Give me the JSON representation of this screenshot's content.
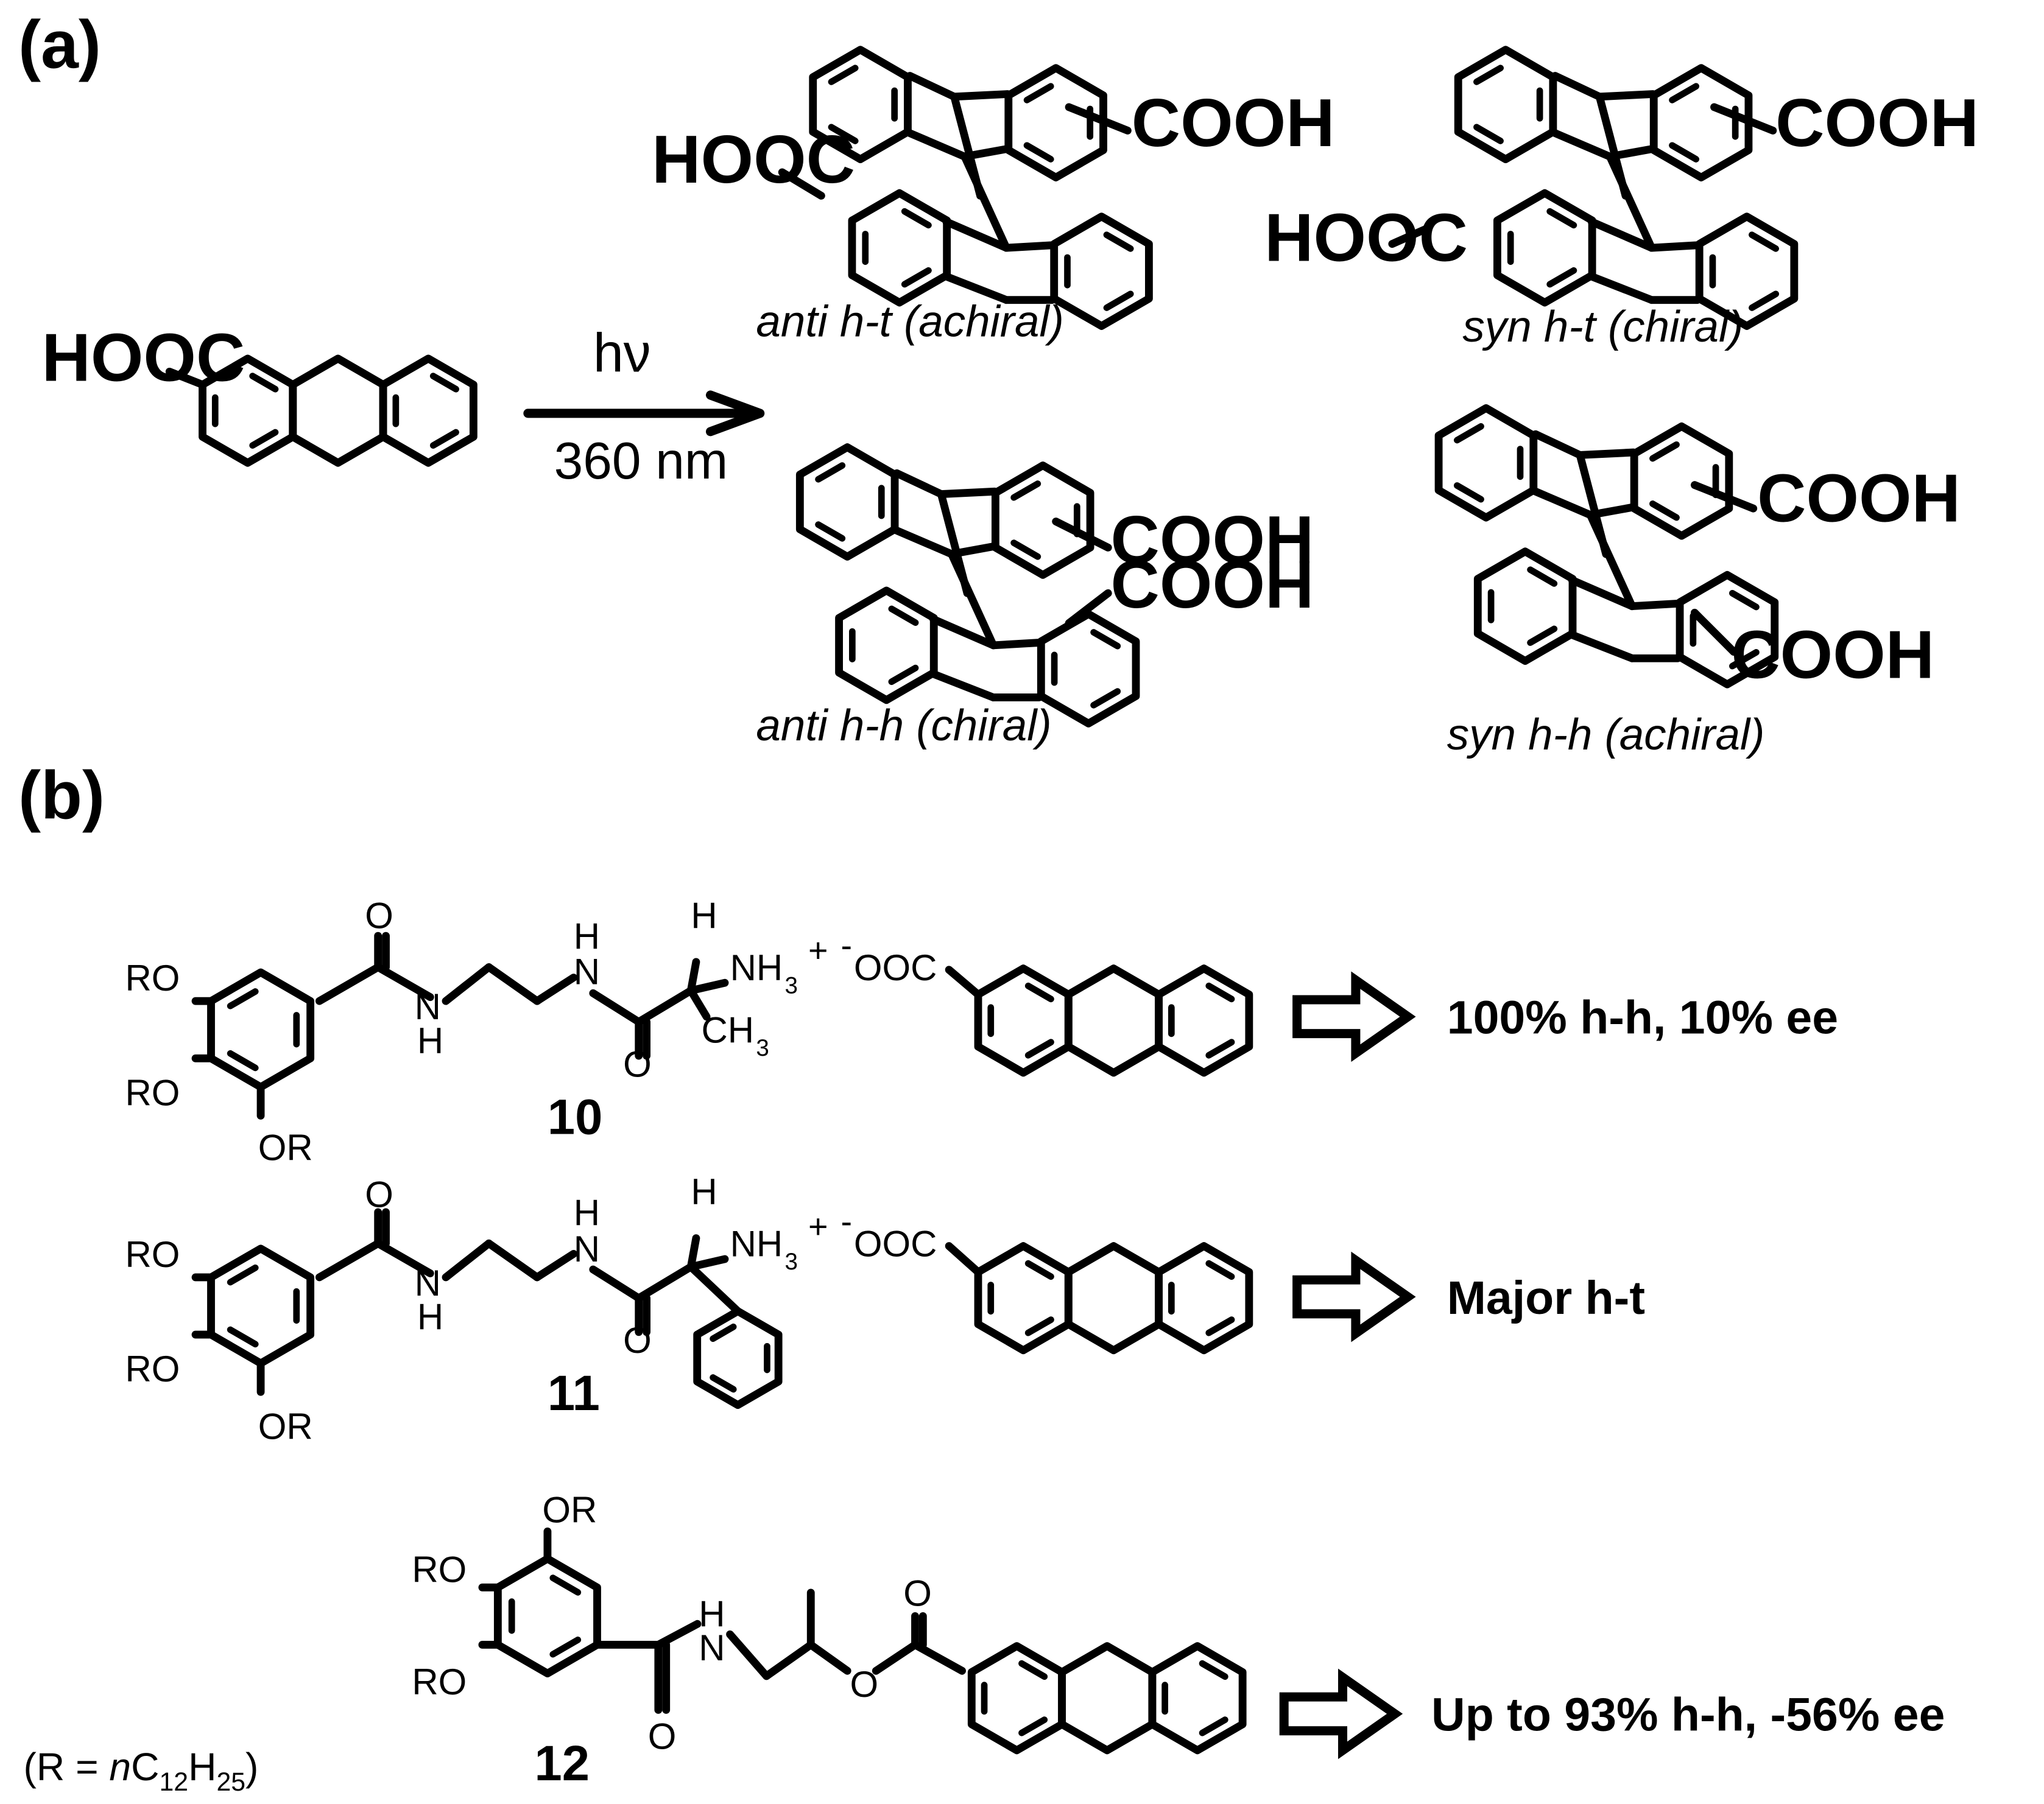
{
  "panels": {
    "a": {
      "label": "(a)"
    },
    "b": {
      "label": "(b)"
    }
  },
  "reaction_a": {
    "reactant_group": "HOOC",
    "condition_top": "hν",
    "condition_bottom": "360 nm",
    "group_label": "COOH",
    "group_label_left": "HOOC",
    "products": [
      {
        "id": "anti-ht",
        "caption": "anti h-t (achiral)"
      },
      {
        "id": "syn-ht",
        "caption": "syn h-t (chiral)"
      },
      {
        "id": "anti-hh",
        "caption": "anti h-h (chiral)"
      },
      {
        "id": "syn-hh",
        "caption": "syn h-h (achiral)"
      }
    ]
  },
  "panel_b": {
    "substituent": "RO",
    "substituent_bottom": "OR",
    "compounds": [
      {
        "number": "10",
        "result": "100% h-h, 10% ee"
      },
      {
        "number": "11",
        "result": "Major h-t"
      },
      {
        "number": "12",
        "result": "Up to 93% h-h, -56% ee"
      }
    ],
    "r_definition": {
      "prefix": "(R = ",
      "n": "n",
      "c": "C",
      "c_sub": "12",
      "h": "H",
      "h_sub": "25",
      "suffix": ")"
    },
    "atoms": {
      "O": "O",
      "N": "N",
      "H": "H",
      "NH3": "NH",
      "sub3": "3",
      "plus": "+",
      "minus": "-",
      "OOC": "OOC",
      "CH3": "CH"
    }
  },
  "colors": {
    "ink": "#000000",
    "background": "#ffffff"
  }
}
